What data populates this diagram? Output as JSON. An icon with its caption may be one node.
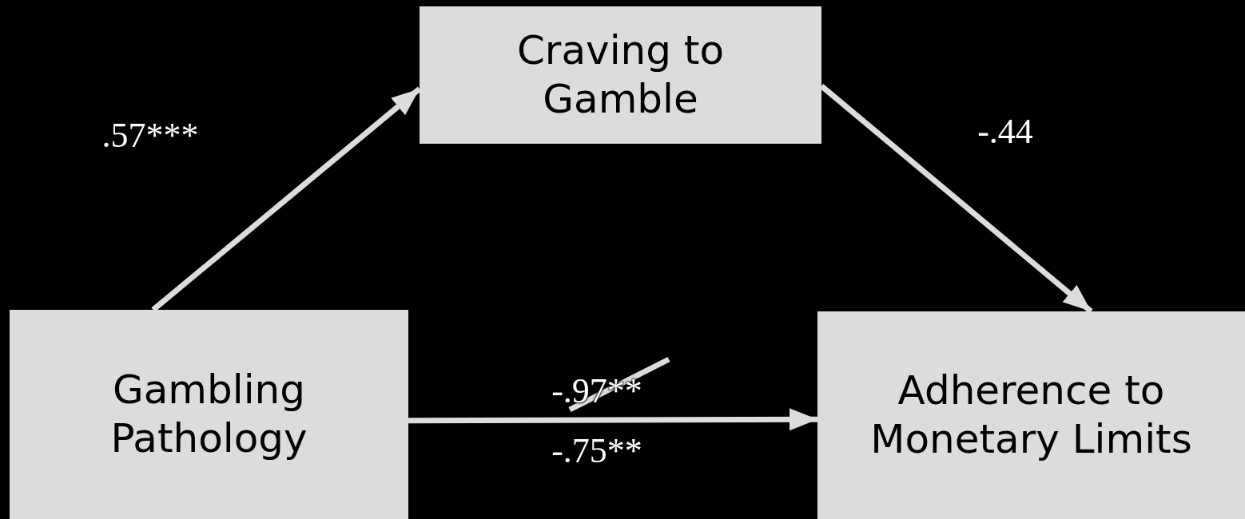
{
  "diagram": {
    "nodes": [
      {
        "text": [
          "Craving to Gamble"
        ]
      },
      {
        "text": [
          "Gambling Pathology"
        ]
      },
      {
        "text": [
          "Adherence to Monetary Limits"
        ]
      }
    ],
    "edges": [
      {
        "from": 1,
        "to": 0,
        "arrow": "to",
        "label": ".57***"
      },
      {
        "from": 0,
        "to": 2,
        "arrow": "to",
        "label": "-.44"
      },
      {
        "from": 1,
        "to": 2,
        "arrow": "to",
        "label": "-.75**"
      }
    ],
    "labels": [
      "-.97**"
    ]
  }
}
